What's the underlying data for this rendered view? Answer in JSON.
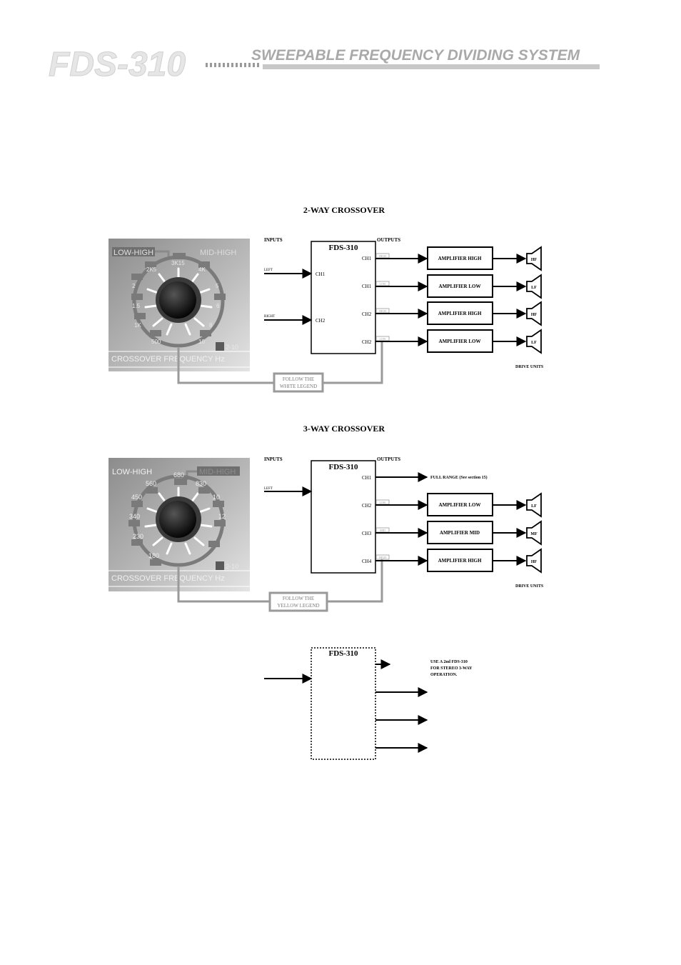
{
  "header": {
    "model": "FDS-310",
    "subtitle": "SWEEPABLE FREQUENCY DIVIDING SYSTEM"
  },
  "two_way": {
    "title": "2-WAY CROSSOVER",
    "inputs_label": "INPUTS",
    "outputs_label": "OUTPUTS",
    "unit_label": "FDS-310",
    "input_left": "LEFT",
    "input_right": "RIGHT",
    "in_ch1": "CH1",
    "in_ch2": "CH2",
    "out_channels": [
      "CH1",
      "CH1",
      "CH2",
      "CH2"
    ],
    "out_tags": [
      "HIGH",
      "LOW",
      "HIGH",
      "LOW"
    ],
    "amplifiers": [
      "AMPLIFIER HIGH",
      "AMPLIFIER LOW",
      "AMPLIFIER HIGH",
      "AMPLIFIER LOW"
    ],
    "drivers": [
      "HF",
      "LF",
      "HF",
      "LF"
    ],
    "drive_units": "DRIVE UNITS",
    "legend_note": [
      "FOLLOW THE",
      "WHITE LEGEND"
    ],
    "panel": {
      "label_left": "LOW-HIGH",
      "label_right": "MID-HIGH",
      "bottom_label": "CROSSOVER FREQUENCY Hz",
      "range_label": "2-10",
      "scale": [
        "500",
        "1K",
        "1.5",
        "2",
        "2K5",
        "3K15",
        "4K",
        "5",
        "6",
        "8",
        "10"
      ]
    }
  },
  "three_way": {
    "title": "3-WAY CROSSOVER",
    "inputs_label": "INPUTS",
    "outputs_label": "OUTPUTS",
    "unit_label": "FDS-310",
    "input_left": "LEFT",
    "out_channels": [
      "CH1",
      "CH2",
      "CH3",
      "CH4"
    ],
    "out_tags": [
      "LOW",
      "MID",
      "HIGH"
    ],
    "full_range": "FULL RANGE (See section 15)",
    "amplifiers": [
      "AMPLIFIER LOW",
      "AMPLIFIER MID",
      "AMPLIFIER HIGH"
    ],
    "drivers": [
      "LF",
      "MF",
      "HF"
    ],
    "drive_units": "DRIVE UNITS",
    "legend_note": [
      "FOLLOW THE",
      "YELLOW LEGEND"
    ],
    "panel": {
      "label_left": "LOW-HIGH",
      "label_right": "MID-HIGH",
      "bottom_label": "CROSSOVER FREQUENCY Hz",
      "range_label": "2-10",
      "scale": [
        "180",
        "230",
        "340",
        "450",
        "560",
        "680",
        "830",
        "10",
        "12"
      ]
    }
  },
  "stereo_note": {
    "unit_label": "FDS-310",
    "text": [
      "USE A 2nd FDS-310",
      "FOR STEREO 3-WAY",
      "OPERATION."
    ]
  }
}
